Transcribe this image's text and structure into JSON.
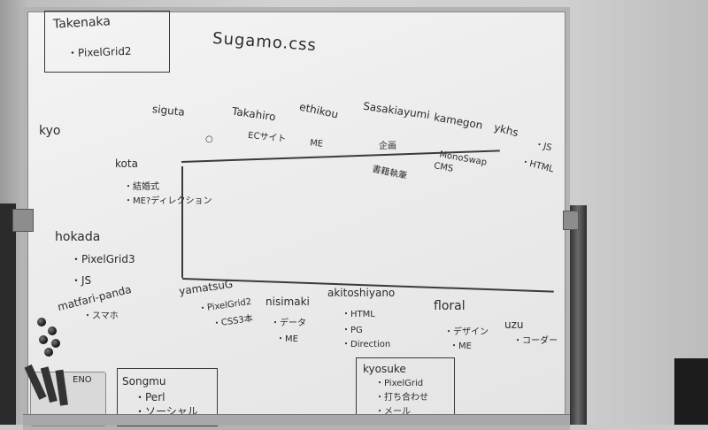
{
  "board": {
    "title": "Sugamo.css",
    "topleft_box": [
      "Takenaka",
      "・PixelGrid2"
    ],
    "column_headers": [
      "siguta",
      "Takahiro",
      "ethikou",
      "Sasakiayumi",
      "kamegon",
      "ykhs"
    ],
    "row_notes": [
      "○",
      "ECサイト",
      "ME",
      "企画",
      "MonoSwap",
      "CMS",
      "書籍執筆",
      "・JS",
      "・HTML"
    ],
    "left_names": [
      "kyo",
      "kota",
      "・結婚式",
      "・ME?ディレクション",
      "hokada",
      "・PixelGrid3",
      "・JS",
      "matfari-panda",
      "・スマホ"
    ],
    "bottom_names": [
      "yamatsuG",
      "・PixelGrid2",
      "・CSS3本",
      "nisimaki",
      "・データ",
      "・ME",
      "akitoshiyano",
      "・HTML",
      "・PG",
      "・Direction",
      "floral",
      "・デザイン",
      "・ME",
      "uzu",
      "・コーダー"
    ],
    "songmu_box": [
      "Songmu",
      "・Perl",
      "・ソーシャル"
    ],
    "kyosuke_box": [
      "kyosuke",
      "・PixelGrid",
      "・打ち合わせ",
      "・メール"
    ],
    "pouch_label": "ENO"
  }
}
